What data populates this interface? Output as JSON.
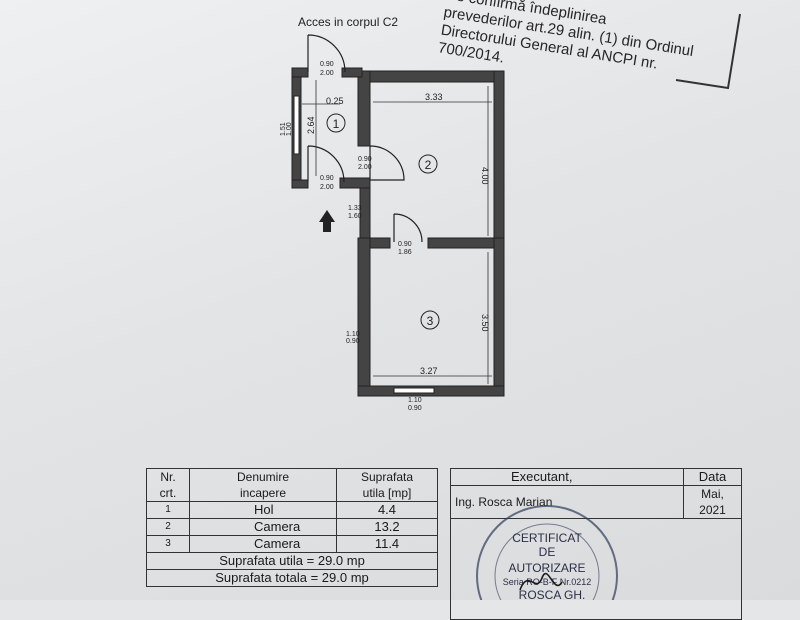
{
  "stamp": {
    "lines": [
      "Se confirmă îndeplinirea",
      "prevederilor art.29 alin. (1) din Ordinul",
      "Directorului General al ANCPI nr.",
      "700/2014."
    ]
  },
  "plan": {
    "access_label": "Acces in corpul C2",
    "rooms": [
      "1",
      "2",
      "3"
    ],
    "dims": {
      "d1": "0.90",
      "d1b": "2.00",
      "d2": "0.25",
      "d3": "2.64",
      "d4": "1.51",
      "d4b": "1.00",
      "d5": "3.33",
      "d6": "4.00",
      "d7": "0.90",
      "d7b": "2.00",
      "d8": "0.90",
      "d8b": "2.00",
      "d9": "1.33",
      "d9b": "1.60",
      "d10": "0.90",
      "d10b": "1.86",
      "d11": "3.50",
      "d12": "1.10",
      "d12b": "0.90",
      "d13": "3.27",
      "d14": "1.10",
      "d14b": "0.90"
    }
  },
  "rooms_table": {
    "h_nr": "Nr.",
    "h_crt": "crt.",
    "h_name1": "Denumire",
    "h_name2": "incapere",
    "h_area1": "Suprafata",
    "h_area2": "utila [mp]",
    "rows": [
      {
        "nr": "1",
        "name": "Hol",
        "area": "4.4"
      },
      {
        "nr": "2",
        "name": "Camera",
        "area": "13.2"
      },
      {
        "nr": "3",
        "name": "Camera",
        "area": "11.4"
      }
    ],
    "total_useful": "Suprafata utila = 29.0 mp",
    "total_total": "Suprafata totala = 29.0 mp"
  },
  "exec_table": {
    "h_exec": "Executant,",
    "h_date": "Data",
    "executant": "Ing. Rosca Marian",
    "date": "Mai, 2021"
  },
  "seal": {
    "line1": "CERTIFICAT",
    "line2": "DE",
    "line3": "AUTORIZARE",
    "line4": "Seria RO-B-F Nr.0212",
    "line5": "ROSCA GH."
  }
}
